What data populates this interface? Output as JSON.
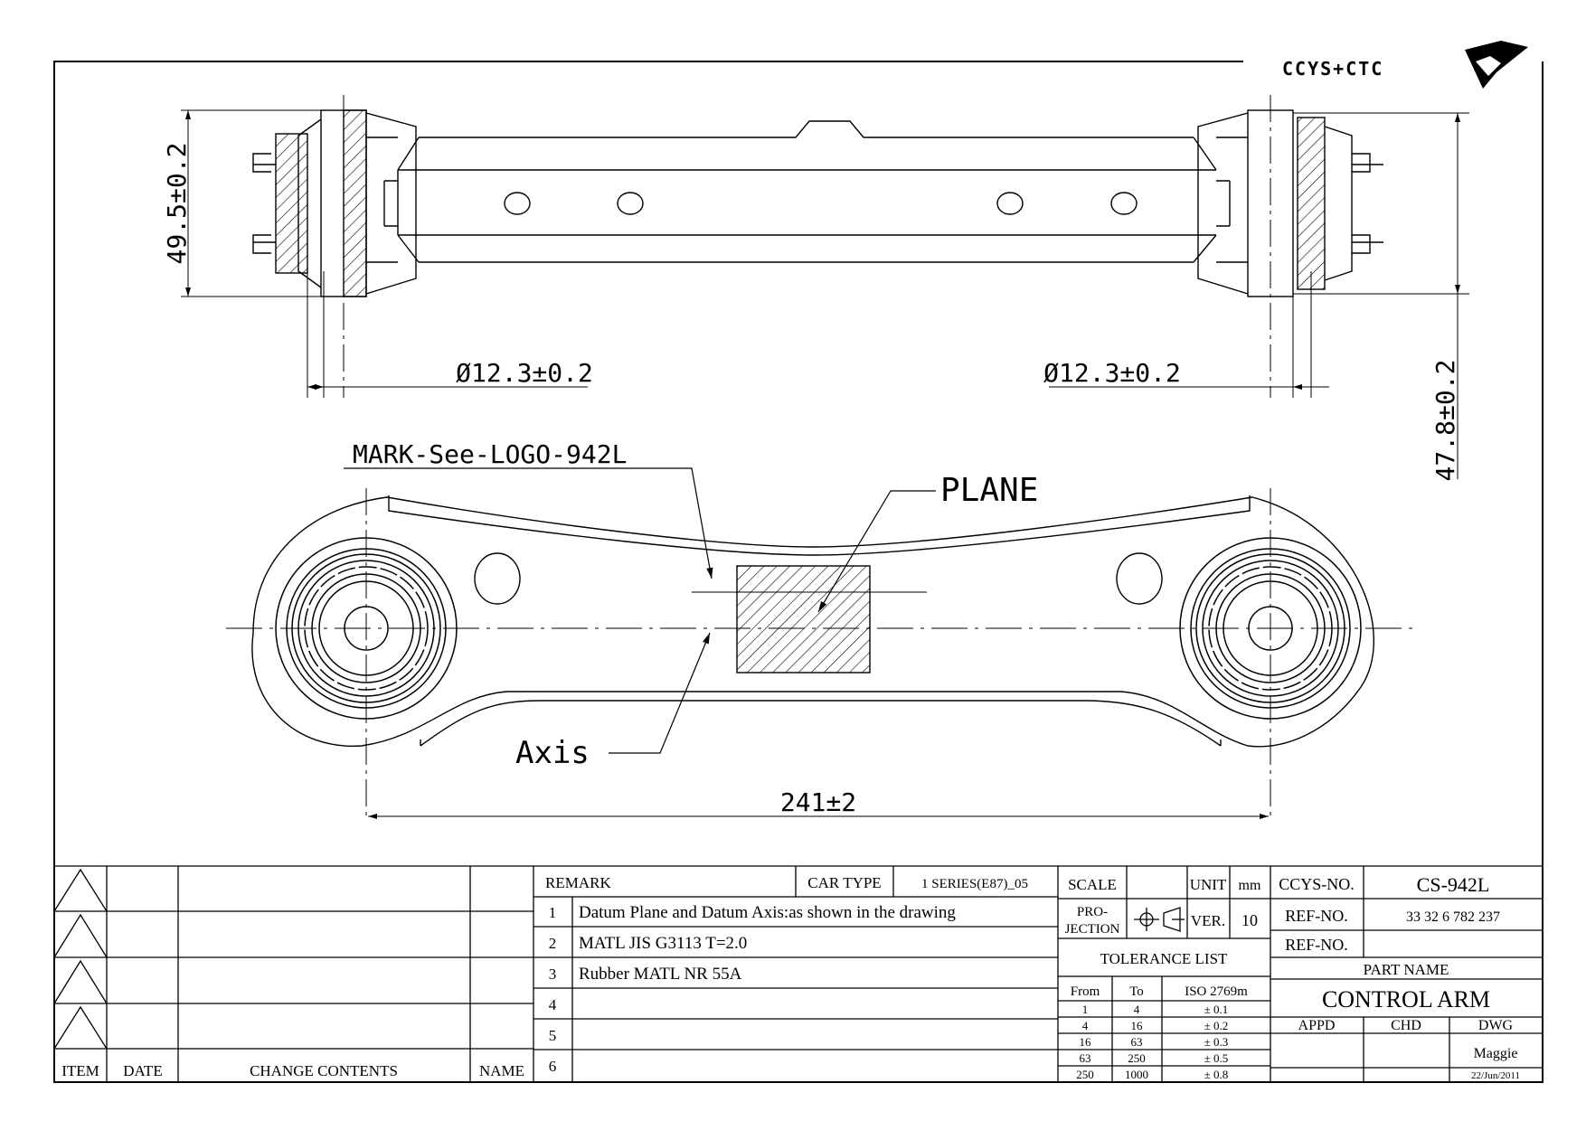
{
  "logo": {
    "text": "CCYS+CTC"
  },
  "dimensions": {
    "height_top": "49.5±0.2",
    "dia_left": "Ø12.3±0.2",
    "dia_right": "Ø12.3±0.2",
    "height_right": "47.8±0.2",
    "length": "241±2"
  },
  "callouts": {
    "mark": "MARK-See-LOGO-942L",
    "plane": "PLANE",
    "axis": "Axis"
  },
  "revision_table": {
    "headers": {
      "item": "ITEM",
      "date": "DATE",
      "change": "CHANGE CONTENTS",
      "name": "NAME"
    }
  },
  "remarks": {
    "header": "REMARK",
    "car_type_label": "CAR TYPE",
    "car_type_value": "1 SERIES(E87)_05",
    "rows": [
      {
        "no": "1",
        "text": "Datum Plane and Datum Axis:as shown in the drawing"
      },
      {
        "no": "2",
        "text": "MATL JIS G3113 T=2.0"
      },
      {
        "no": "3",
        "text": "Rubber MATL NR 55A"
      },
      {
        "no": "4",
        "text": ""
      },
      {
        "no": "5",
        "text": ""
      },
      {
        "no": "6",
        "text": ""
      }
    ]
  },
  "spec": {
    "scale_label": "SCALE",
    "scale_value": "",
    "unit_label": "UNIT",
    "unit_value": "mm",
    "projection_label_1": "PRO-",
    "projection_label_2": "JECTION",
    "ver_label": "VER.",
    "ver_value": "10",
    "tolerance_title": "TOLERANCE LIST",
    "tol_headers": [
      "From",
      "To",
      "ISO 2769m"
    ],
    "tol_rows": [
      [
        "1",
        "4",
        "± 0.1"
      ],
      [
        "4",
        "16",
        "± 0.2"
      ],
      [
        "16",
        "63",
        "± 0.3"
      ],
      [
        "63",
        "250",
        "± 0.5"
      ],
      [
        "250",
        "1000",
        "± 0.8"
      ]
    ]
  },
  "title_block": {
    "ccys_label": "CCYS-NO.",
    "ccys_value": "CS-942L",
    "ref1_label": "REF-NO.",
    "ref1_value": "33 32 6 782 237",
    "ref2_label": "REF-NO.",
    "ref2_value": "",
    "part_name_label": "PART NAME",
    "part_name": "CONTROL ARM",
    "appd": "APPD",
    "chd": "CHD",
    "dwg": "DWG",
    "drawn_by": "Maggie",
    "date": "22/Jun/2011"
  }
}
